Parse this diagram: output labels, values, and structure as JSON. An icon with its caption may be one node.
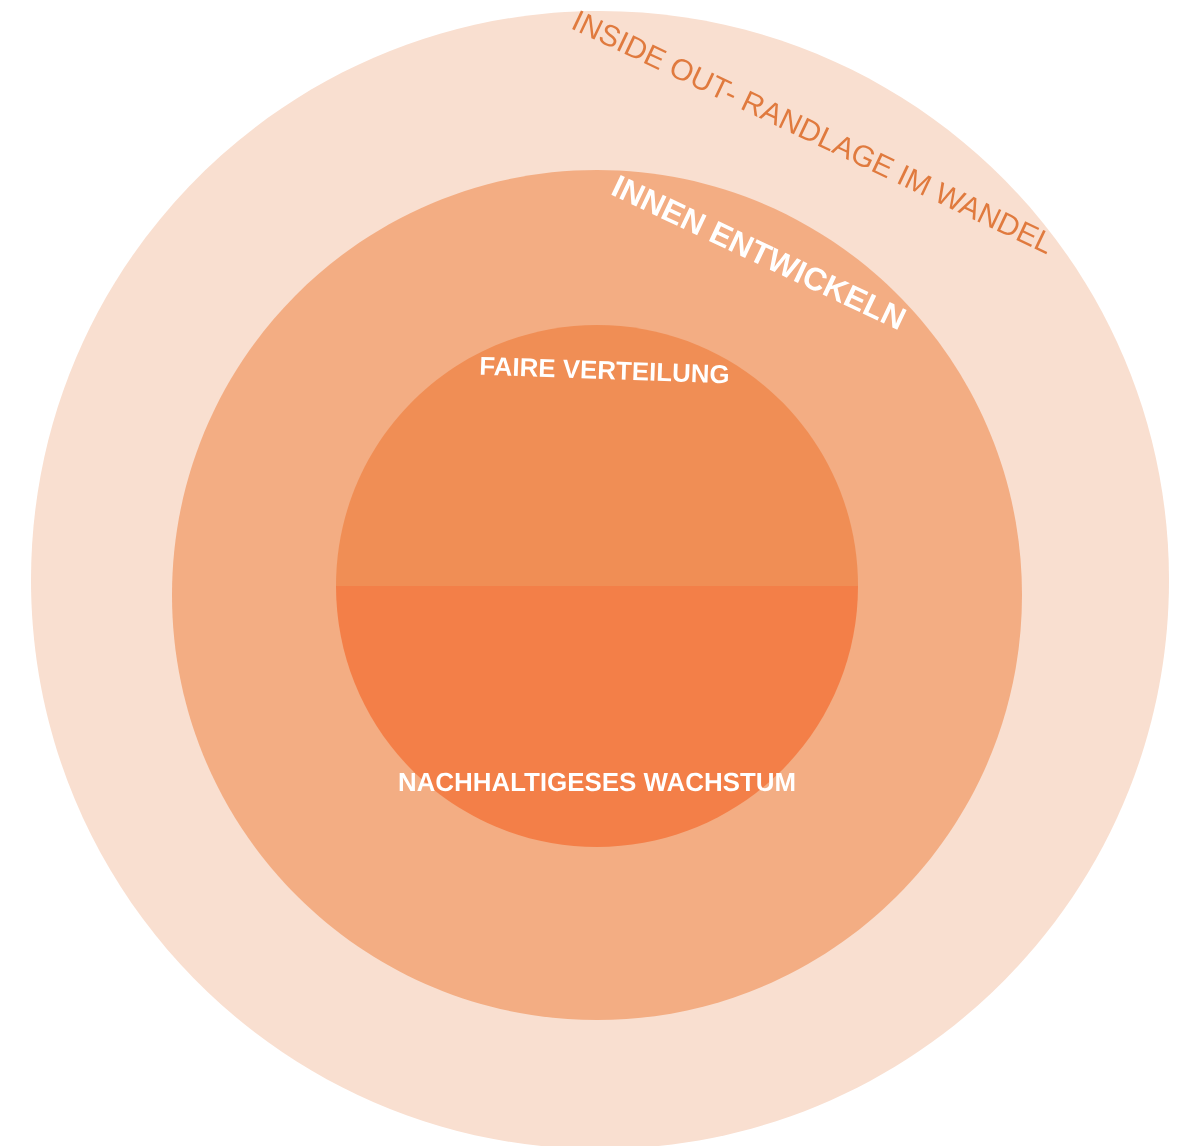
{
  "diagram": {
    "nodes": [
      {
        "text": [
          "INSIDE OUT- RANDLAGE IM WANDEL"
        ]
      },
      {
        "text": [
          "INNEN ENTWICKELN"
        ],
        "in": 0
      },
      {
        "text": [
          "FAIRE VERTEILUNG"
        ],
        "in": 1
      },
      {
        "text": [
          "NACHHALTIGESES WACHSTUM"
        ],
        "in": 1
      }
    ]
  }
}
